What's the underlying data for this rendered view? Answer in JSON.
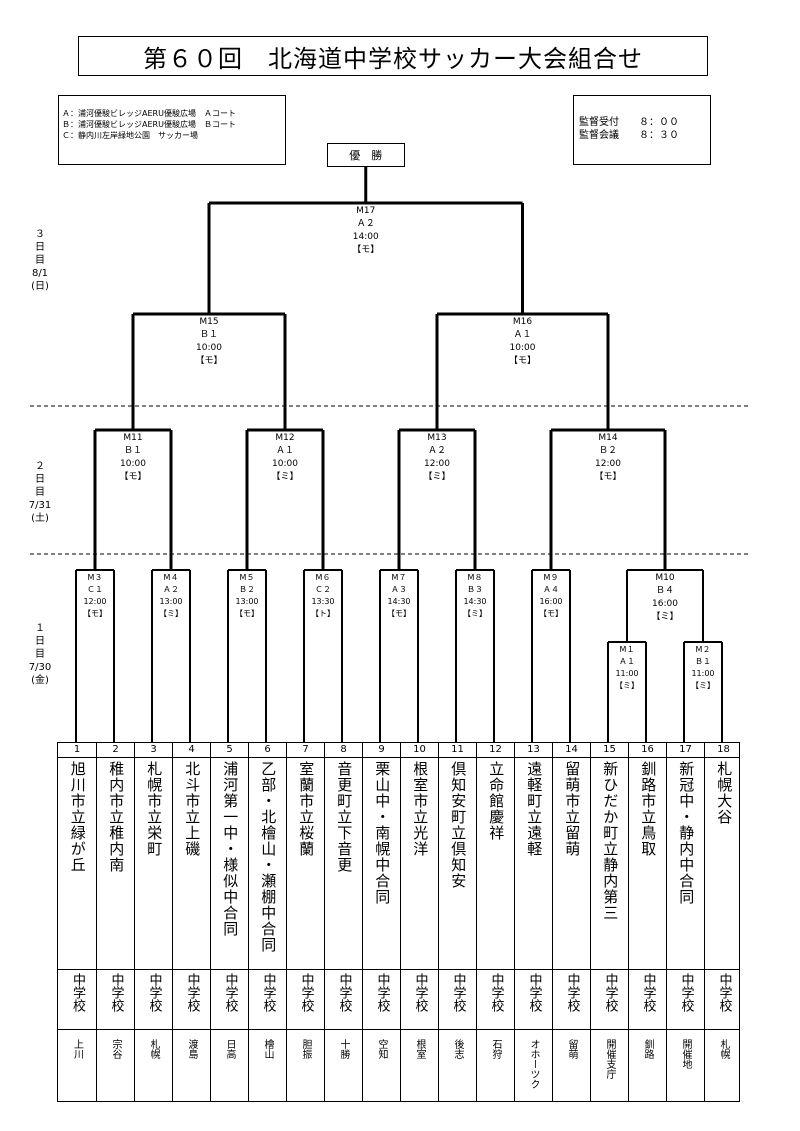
{
  "title": "第６０回　北海道中学校サッカー大会組合せ",
  "venues": [
    "Ａ：浦河優駿ビレッジAERU優駿広場　Ａコート",
    "Ｂ：浦河優駿ビレッジAERU優駿広場　Ｂコート",
    "Ｃ：静内川左岸緑地公園　サッカー場"
  ],
  "schedule": [
    {
      "label": "監督受付",
      "time": "８：００"
    },
    {
      "label": "監督会議",
      "time": "８：３０"
    }
  ],
  "champion": "優　勝",
  "days": [
    {
      "lines": [
        "３",
        "日",
        "目",
        "8/1",
        "(日)"
      ]
    },
    {
      "lines": [
        "２",
        "日",
        "目",
        "7/31",
        "(土)"
      ]
    },
    {
      "lines": [
        "１",
        "日",
        "目",
        "7/30",
        "(金)"
      ]
    }
  ],
  "matches": [
    {
      "id": "M17",
      "court": "Ａ２",
      "time": "14:00",
      "tag": "【モ】"
    },
    {
      "id": "M15",
      "court": "Ｂ１",
      "time": "10:00",
      "tag": "【モ】"
    },
    {
      "id": "M16",
      "court": "Ａ１",
      "time": "10:00",
      "tag": "【モ】"
    },
    {
      "id": "M11",
      "court": "Ｂ１",
      "time": "10:00",
      "tag": "【モ】"
    },
    {
      "id": "M12",
      "court": "Ａ１",
      "time": "10:00",
      "tag": "【ミ】"
    },
    {
      "id": "M13",
      "court": "Ａ２",
      "time": "12:00",
      "tag": "【ミ】"
    },
    {
      "id": "M14",
      "court": "Ｂ２",
      "time": "12:00",
      "tag": "【モ】"
    },
    {
      "id": "M３",
      "court": "Ｃ１",
      "time": "12:00",
      "tag": "【モ】"
    },
    {
      "id": "M４",
      "court": "Ａ２",
      "time": "13:00",
      "tag": "【ミ】"
    },
    {
      "id": "M５",
      "court": "Ｂ２",
      "time": "13:00",
      "tag": "【モ】"
    },
    {
      "id": "M６",
      "court": "Ｃ２",
      "time": "13:30",
      "tag": "【ト】"
    },
    {
      "id": "M７",
      "court": "Ａ３",
      "time": "14:30",
      "tag": "【モ】"
    },
    {
      "id": "M８",
      "court": "Ｂ３",
      "time": "14:30",
      "tag": "【ミ】"
    },
    {
      "id": "M９",
      "court": "Ａ４",
      "time": "16:00",
      "tag": "【モ】"
    },
    {
      "id": "M10",
      "court": "Ｂ４",
      "time": "16:00",
      "tag": "【ミ】"
    },
    {
      "id": "M１",
      "court": "Ａ１",
      "time": "11:00",
      "tag": "【ミ】"
    },
    {
      "id": "M２",
      "court": "Ｂ１",
      "time": "11:00",
      "tag": "【ミ】"
    }
  ],
  "teams": [
    {
      "num": "1",
      "name": "旭川市立緑が丘",
      "suffix": "中学校",
      "region": "上川"
    },
    {
      "num": "2",
      "name": "稚内市立稚内南",
      "suffix": "中学校",
      "region": "宗谷"
    },
    {
      "num": "3",
      "name": "札幌市立栄町",
      "suffix": "中学校",
      "region": "札幌"
    },
    {
      "num": "4",
      "name": "北斗市立上磯",
      "suffix": "中学校",
      "region": "渡島"
    },
    {
      "num": "5",
      "name": "浦河第一中・様似中合同",
      "suffix": "中学校",
      "region": "日高"
    },
    {
      "num": "6",
      "name": "乙部・北檜山・瀬棚中合同",
      "suffix": "中学校",
      "region": "檜山"
    },
    {
      "num": "7",
      "name": "室蘭市立桜蘭",
      "suffix": "中学校",
      "region": "胆振"
    },
    {
      "num": "8",
      "name": "音更町立下音更",
      "suffix": "中学校",
      "region": "十勝"
    },
    {
      "num": "9",
      "name": "栗山中・南幌中合同",
      "suffix": "中学校",
      "region": "空知"
    },
    {
      "num": "10",
      "name": "根室市立光洋",
      "suffix": "中学校",
      "region": "根室"
    },
    {
      "num": "11",
      "name": "倶知安町立倶知安",
      "suffix": "中学校",
      "region": "後志"
    },
    {
      "num": "12",
      "name": "立命館慶祥",
      "suffix": "中学校",
      "region": "石狩"
    },
    {
      "num": "13",
      "name": "遠軽町立遠軽",
      "suffix": "中学校",
      "region": "オホーツク"
    },
    {
      "num": "14",
      "name": "留萌市立留萌",
      "suffix": "中学校",
      "region": "留萌"
    },
    {
      "num": "15",
      "name": "新ひだか町立静内第三",
      "suffix": "中学校",
      "region": "開催支庁"
    },
    {
      "num": "16",
      "name": "釧路市立鳥取",
      "suffix": "中学校",
      "region": "釧路"
    },
    {
      "num": "17",
      "name": "新冠中・静内中合同",
      "suffix": "中学校",
      "region": "開催地"
    },
    {
      "num": "18",
      "name": "札幌大谷",
      "suffix": "中学校",
      "region": "札幌"
    }
  ]
}
